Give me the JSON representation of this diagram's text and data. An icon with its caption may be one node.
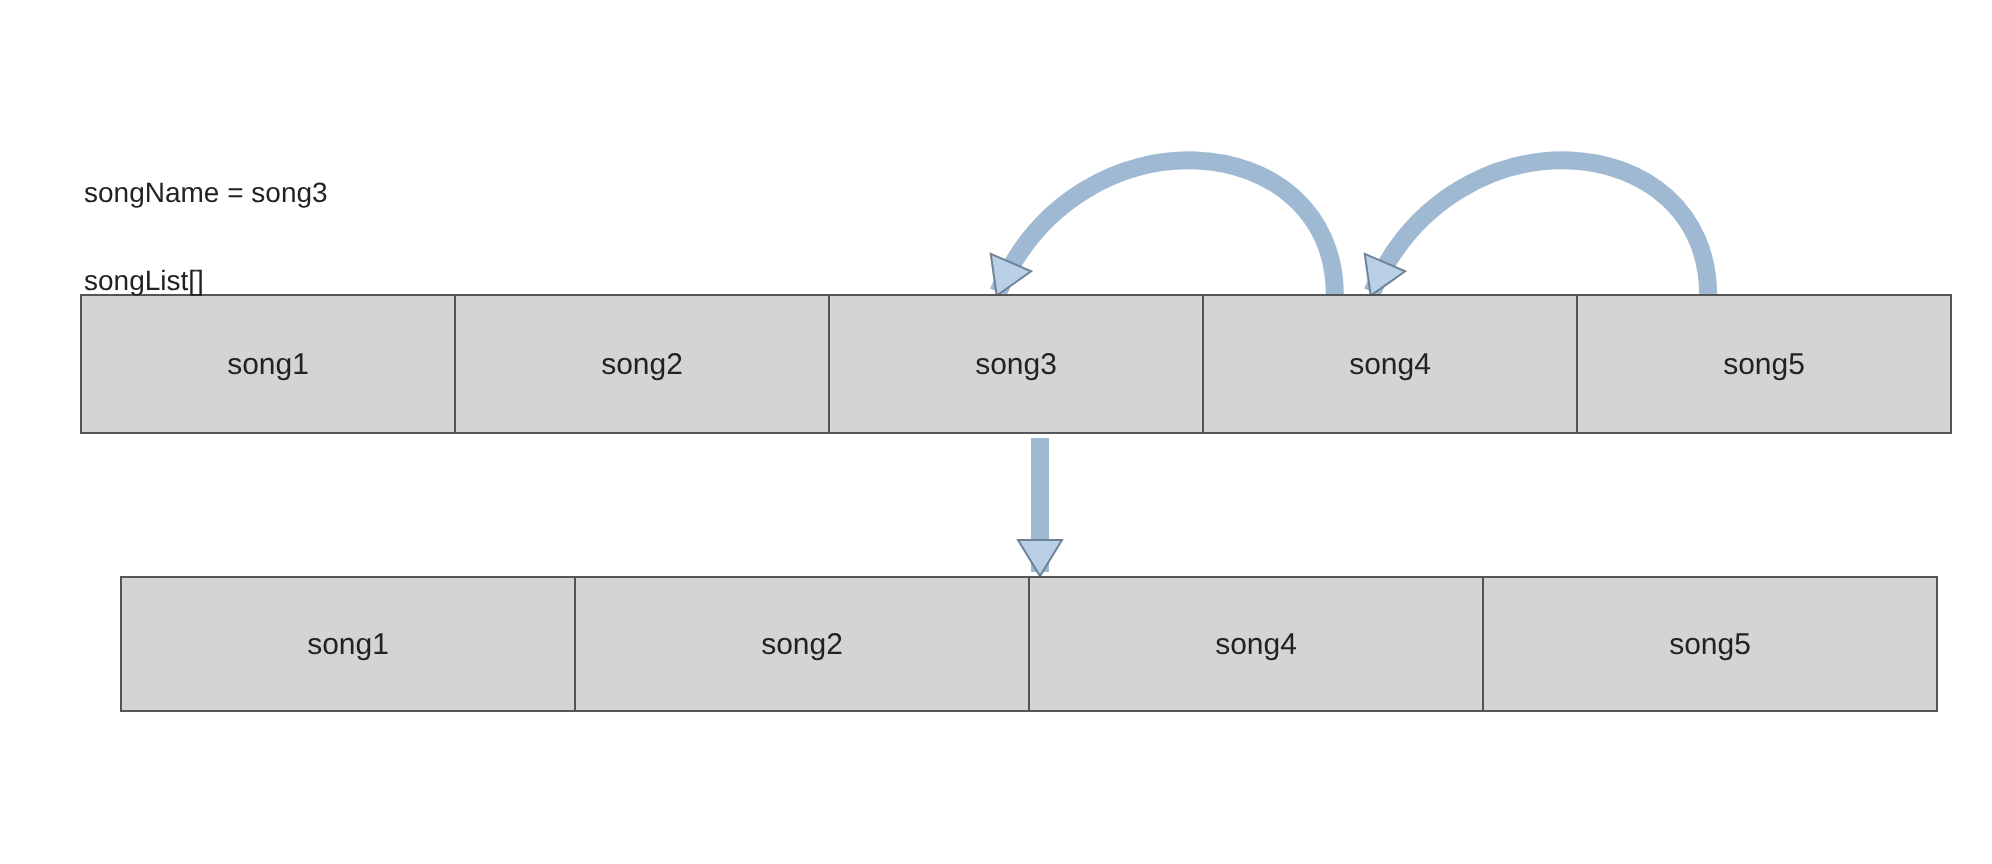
{
  "diagram": {
    "nodes": [
      {
        "text": [],
        "shape": "bar"
      },
      {
        "text": [
          "song1"
        ],
        "in": 0
      },
      {
        "text": [
          "song2"
        ],
        "in": 0
      },
      {
        "text": [
          "song3"
        ],
        "in": 0
      },
      {
        "text": [
          "song4"
        ],
        "in": 0
      },
      {
        "text": [
          "song5"
        ],
        "in": 0
      },
      {
        "text": [],
        "shape": "bar"
      },
      {
        "text": [
          "song1"
        ],
        "in": 6
      },
      {
        "text": [
          "song2"
        ],
        "in": 6
      },
      {
        "text": [
          "song4"
        ],
        "in": 6
      },
      {
        "text": [
          "song5"
        ],
        "in": 6
      }
    ],
    "edges": [
      {
        "from": 4,
        "to": 3,
        "arrow": "to"
      },
      {
        "from": 5,
        "to": 4,
        "arrow": "to"
      },
      {
        "from": 0,
        "to": 6,
        "arrow": "to"
      }
    ],
    "labels": [
      "songName = song3",
      "songList[]"
    ]
  }
}
